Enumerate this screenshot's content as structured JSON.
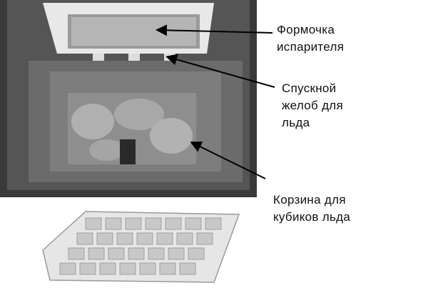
{
  "labels": {
    "evaporator_tray": [
      "Формочка",
      "испарителя"
    ],
    "ice_chute": [
      "Спускной",
      "желоб для",
      "льда"
    ],
    "ice_basket": [
      "Корзина для",
      "кубиков льда"
    ]
  }
}
